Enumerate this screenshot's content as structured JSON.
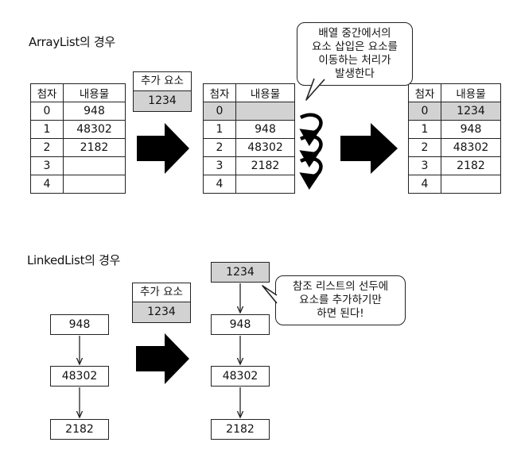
{
  "arraylist": {
    "title": "ArrayList의 경우",
    "headers": {
      "index": "첨자",
      "content": "내용물"
    },
    "before": [
      {
        "i": "0",
        "v": "948"
      },
      {
        "i": "1",
        "v": "48302"
      },
      {
        "i": "2",
        "v": "2182"
      },
      {
        "i": "3",
        "v": ""
      },
      {
        "i": "4",
        "v": ""
      }
    ],
    "during": [
      {
        "i": "0",
        "v": ""
      },
      {
        "i": "1",
        "v": "948"
      },
      {
        "i": "2",
        "v": "48302"
      },
      {
        "i": "3",
        "v": "2182"
      },
      {
        "i": "4",
        "v": ""
      }
    ],
    "after": [
      {
        "i": "0",
        "v": "1234"
      },
      {
        "i": "1",
        "v": "948"
      },
      {
        "i": "2",
        "v": "48302"
      },
      {
        "i": "3",
        "v": "2182"
      },
      {
        "i": "4",
        "v": ""
      }
    ],
    "add_header": "추가 요소",
    "add_value": "1234",
    "callout": [
      "배열 중간에서의",
      "요소 삽입은 요소를",
      "이동하는 처리가",
      "발생한다"
    ]
  },
  "linkedlist": {
    "title": "LinkedList의 경우",
    "before": [
      "948",
      "48302",
      "2182"
    ],
    "after": [
      "1234",
      "948",
      "48302",
      "2182"
    ],
    "add_header": "추가 요소",
    "add_value": "1234",
    "callout": [
      "참조 리스트의 선두에",
      "요소를 추가하기만",
      "하면 된다!"
    ]
  },
  "colors": {
    "line": "#222222",
    "shade": "#d2d2d2",
    "arrow": "#000000"
  }
}
